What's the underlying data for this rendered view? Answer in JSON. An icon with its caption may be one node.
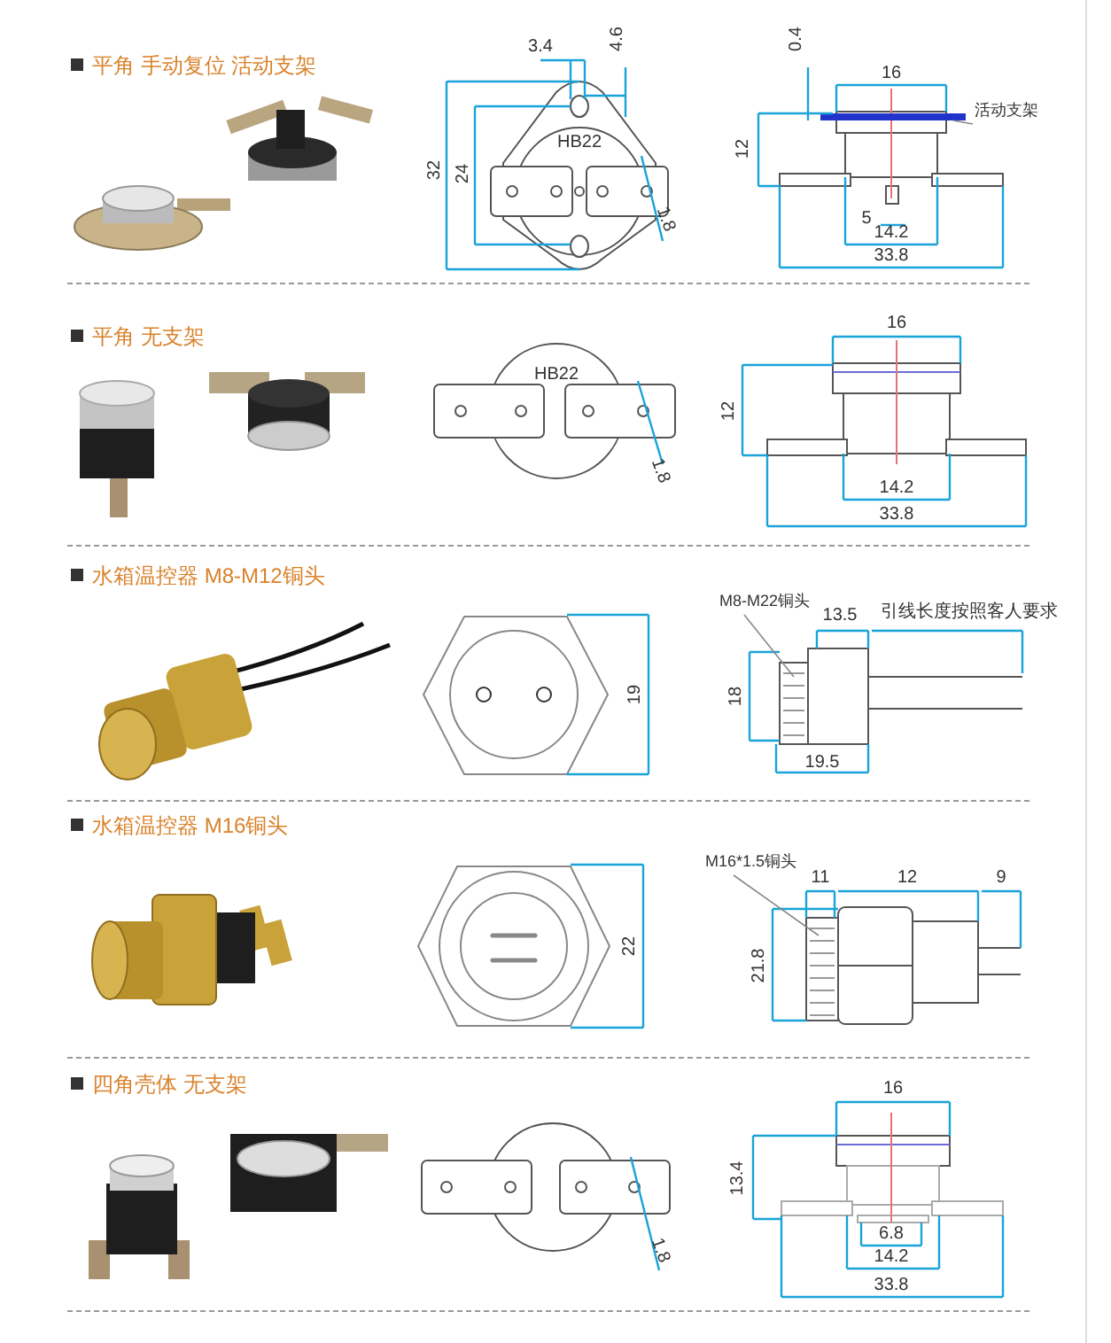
{
  "diagram": {
    "nodes": [
      {
        "text": [
          "活动支架"
        ]
      },
      {
        "text": [],
        "shape": "bar"
      },
      {
        "text": [
          "M8-M22铜头"
        ]
      },
      {
        "text": [],
        "shape": "picture"
      },
      {
        "text": [
          "M16*1.5铜头"
        ]
      },
      {
        "text": [],
        "shape": "picture"
      }
    ],
    "edges": [
      {
        "from": 0,
        "to": 1,
        "arrow": "none"
      },
      {
        "from": 2,
        "to": 3,
        "arrow": "none"
      },
      {
        "from": 4,
        "to": 5,
        "arrow": "none"
      }
    ],
    "labels": [
      "平角 手动复位 活动支架",
      "3.4",
      "4.6",
      "32",
      "24",
      "HB22",
      "1.8",
      "0.4",
      "16",
      "12",
      "5",
      "14.2",
      "33.8",
      "平角 无支架",
      "HB22",
      "1.8",
      "16",
      "12",
      "14.2",
      "33.8",
      "水箱温控器 M8-M12铜头",
      "19",
      "13.5",
      "引线长度按照客人要求",
      "18",
      "19.5",
      "水箱温控器 M16铜头",
      "22",
      "11",
      "12",
      "9",
      "21.8",
      "四角壳体 无支架",
      "1.8",
      "16",
      "13.4",
      "6.8",
      "14.2",
      "33.8"
    ]
  }
}
